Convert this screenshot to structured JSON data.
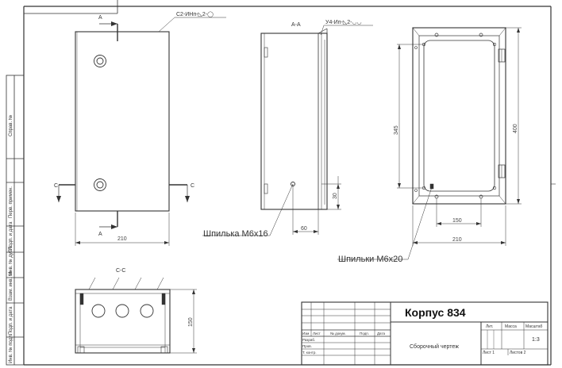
{
  "drawing": {
    "front_view": {
      "weld_note": "С2-ИНп-◺2-◯",
      "section_mark": "А",
      "section_mark_bottom": "А",
      "side_mark_left": "С",
      "side_mark_right": "С",
      "width_dim": "210"
    },
    "section_aa": {
      "title": "А-А",
      "weld_note": "У4-Ип-◺2-◡◡",
      "stud_label": "Шпилька М6х16",
      "dim_horizontal": "60",
      "dim_vertical": "30"
    },
    "back_view": {
      "dim_height_outer": "400",
      "dim_height_inner": "345",
      "dim_width_inner": "150",
      "dim_width_outer": "210",
      "studs_label": "Шпильки М6х20"
    },
    "section_cc": {
      "title": "С-С",
      "dim_height": "150"
    }
  },
  "left_strip": {
    "labels": [
      "Справ. №",
      "Перв. примен.",
      "Подп. и дата",
      "Инв. № дубл.",
      "Взам. инв. №",
      "Подп. и дата",
      "Инв. № подл."
    ]
  },
  "title_block": {
    "name": "Корпус 834",
    "doc_type": "Сборочный чертеж",
    "headers": [
      "Изм",
      "Лист",
      "№ докум.",
      "Подп.",
      "Дата"
    ],
    "roles": [
      "Разраб.",
      "Пров.",
      "Т. контр."
    ],
    "col_lit": "Лит.",
    "col_mass": "Масса",
    "col_scale": "Масштаб",
    "scale_value": "1:3",
    "sheet": "Лист 1",
    "sheets": "Листов 2"
  }
}
